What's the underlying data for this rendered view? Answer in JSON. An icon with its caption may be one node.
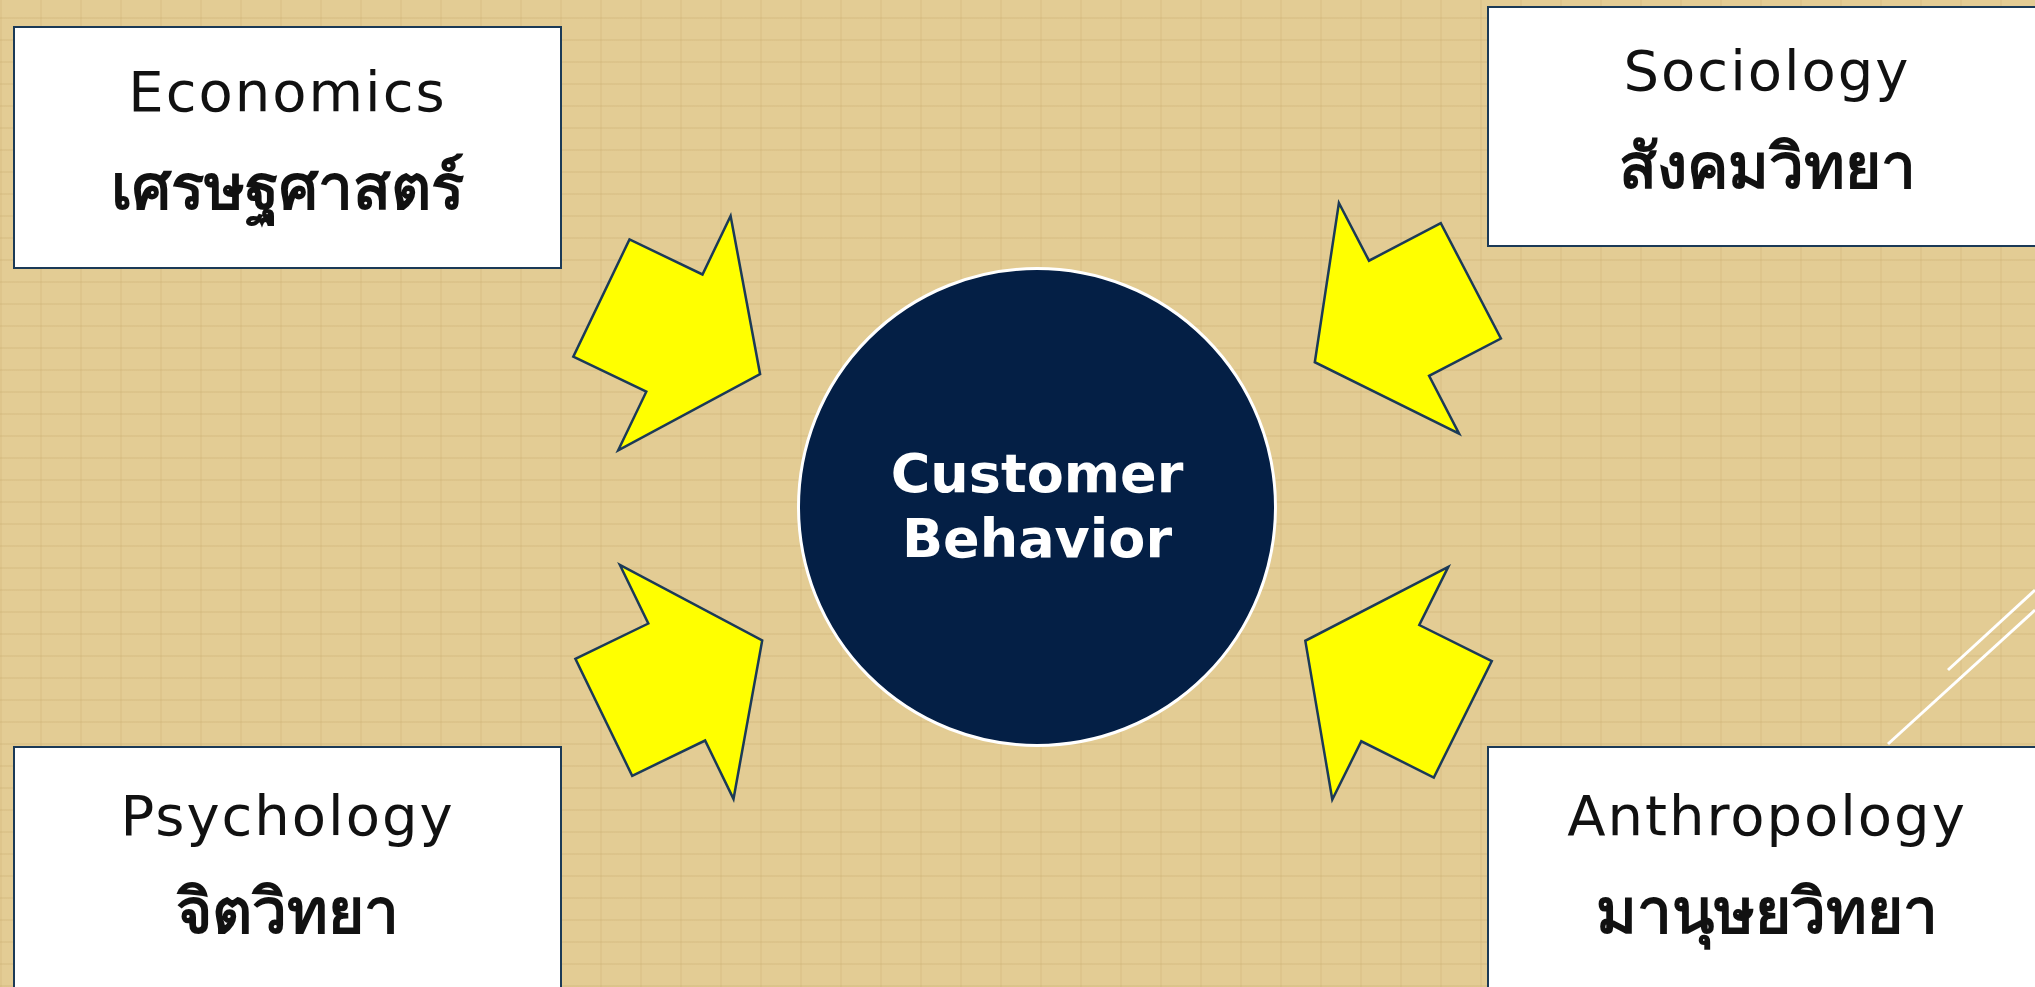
{
  "diagram": {
    "nodes": [
      {
        "text": [
          "Economics",
          "เศรษฐศาสตร์"
        ]
      },
      {
        "text": [
          "Sociology",
          "สังคมวิทยา"
        ]
      },
      {
        "text": [
          "Customer Behavior"
        ]
      },
      {
        "text": [
          "Psychology",
          "จิตวิทยา"
        ]
      },
      {
        "text": [
          "Anthropology",
          "มานุษยวิทยา"
        ]
      }
    ],
    "edges": [
      {
        "from": 0,
        "to": 2,
        "arrow": "to"
      },
      {
        "from": 1,
        "to": 2,
        "arrow": "to"
      },
      {
        "from": 3,
        "to": 2,
        "arrow": "to"
      },
      {
        "from": 4,
        "to": 2,
        "arrow": "to"
      }
    ]
  }
}
